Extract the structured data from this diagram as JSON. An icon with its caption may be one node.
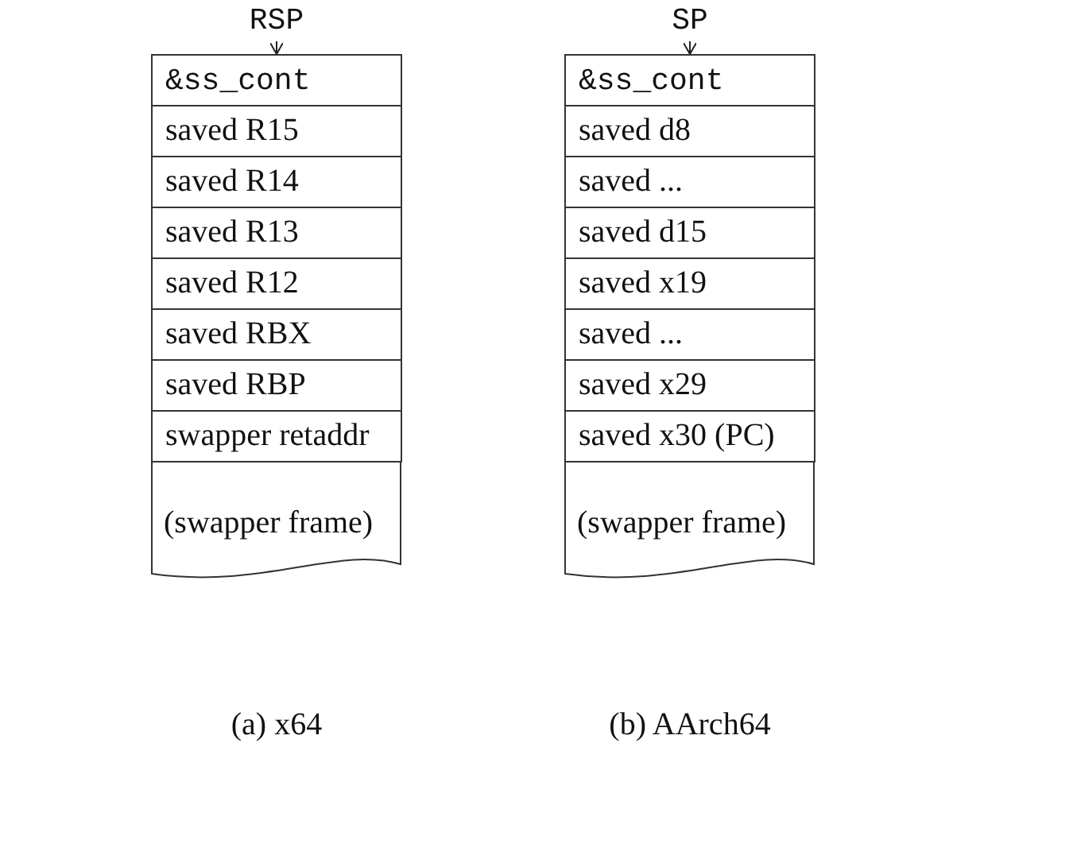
{
  "diagram": {
    "nodes": [
      {
        "text": [
          "RSP"
        ]
      },
      {
        "text": [
          "&ss_cont"
        ]
      },
      {
        "text": [
          "saved R15"
        ]
      },
      {
        "text": [
          "saved R14"
        ]
      },
      {
        "text": [
          "saved R13"
        ]
      },
      {
        "text": [
          "saved R12"
        ]
      },
      {
        "text": [
          "saved RBX"
        ]
      },
      {
        "text": [
          "saved RBP"
        ]
      },
      {
        "text": [
          "swapper retaddr"
        ]
      },
      {
        "text": [
          "(swapper frame)"
        ]
      },
      {
        "text": [
          "SP"
        ]
      },
      {
        "text": [
          "&ss_cont"
        ]
      },
      {
        "text": [
          "saved d8"
        ]
      },
      {
        "text": [
          "saved ..."
        ]
      },
      {
        "text": [
          "saved d15"
        ]
      },
      {
        "text": [
          "saved x19"
        ]
      },
      {
        "text": [
          "saved ..."
        ]
      },
      {
        "text": [
          "saved x29"
        ]
      },
      {
        "text": [
          "saved x30 (PC)"
        ]
      },
      {
        "text": [
          "(swapper frame)"
        ]
      }
    ],
    "edges": [
      {
        "from": 0,
        "to": 1,
        "arrow": "to"
      },
      {
        "from": 10,
        "to": 11,
        "arrow": "to"
      }
    ],
    "labels": [
      "(a) x64",
      "(b) AArch64"
    ]
  }
}
